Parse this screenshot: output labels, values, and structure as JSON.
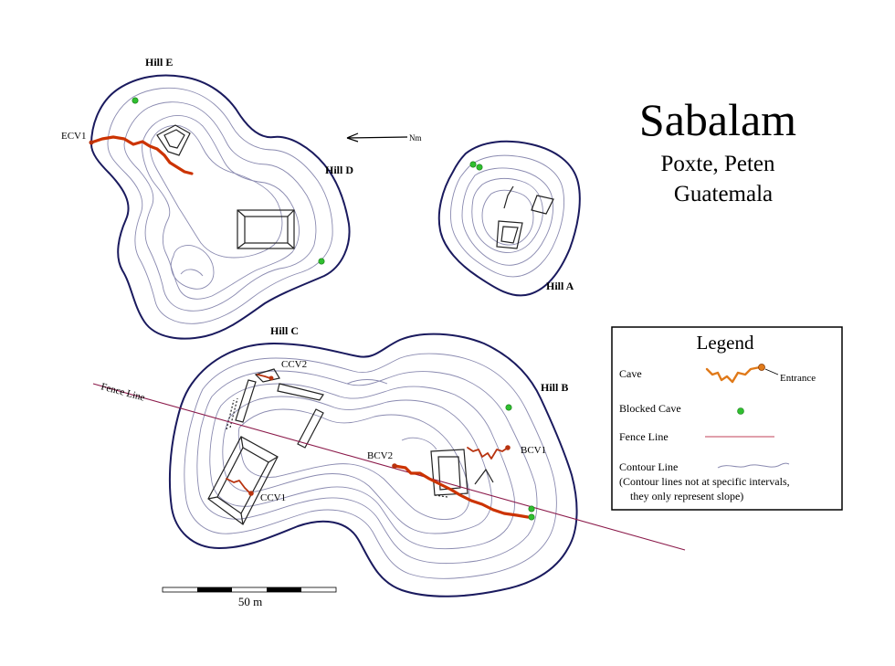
{
  "title": {
    "main": "Sabalam",
    "line1": "Poxte, Peten",
    "line2": "Guatemala"
  },
  "north_arrow": {
    "label": "Nm"
  },
  "hills": {
    "a": "Hill A",
    "b": "Hill B",
    "c": "Hill C",
    "d": "Hill D",
    "e": "Hill E"
  },
  "caves": {
    "ecv1": "ECV1",
    "ccv1": "CCV1",
    "ccv2": "CCV2",
    "bcv1": "BCV1",
    "bcv2": "BCV2"
  },
  "fence_label": "Fence Line",
  "scale": {
    "label": "50 m"
  },
  "legend": {
    "title": "Legend",
    "cave": "Cave",
    "entrance": "Entrance",
    "blocked_cave": "Blocked Cave",
    "fence_line": "Fence Line",
    "contour_line": "Contour Line",
    "contour_note_1": "(Contour lines not at specific intervals,",
    "contour_note_2": "they only represent slope)"
  },
  "colors": {
    "outline": "#1a1a5e",
    "contour": "#8a8ab0",
    "cave": "#cc3300",
    "legend_cave": "#e07a1a",
    "blocked_cave": "#2fbf2f",
    "fence": "#8b1a4a"
  }
}
